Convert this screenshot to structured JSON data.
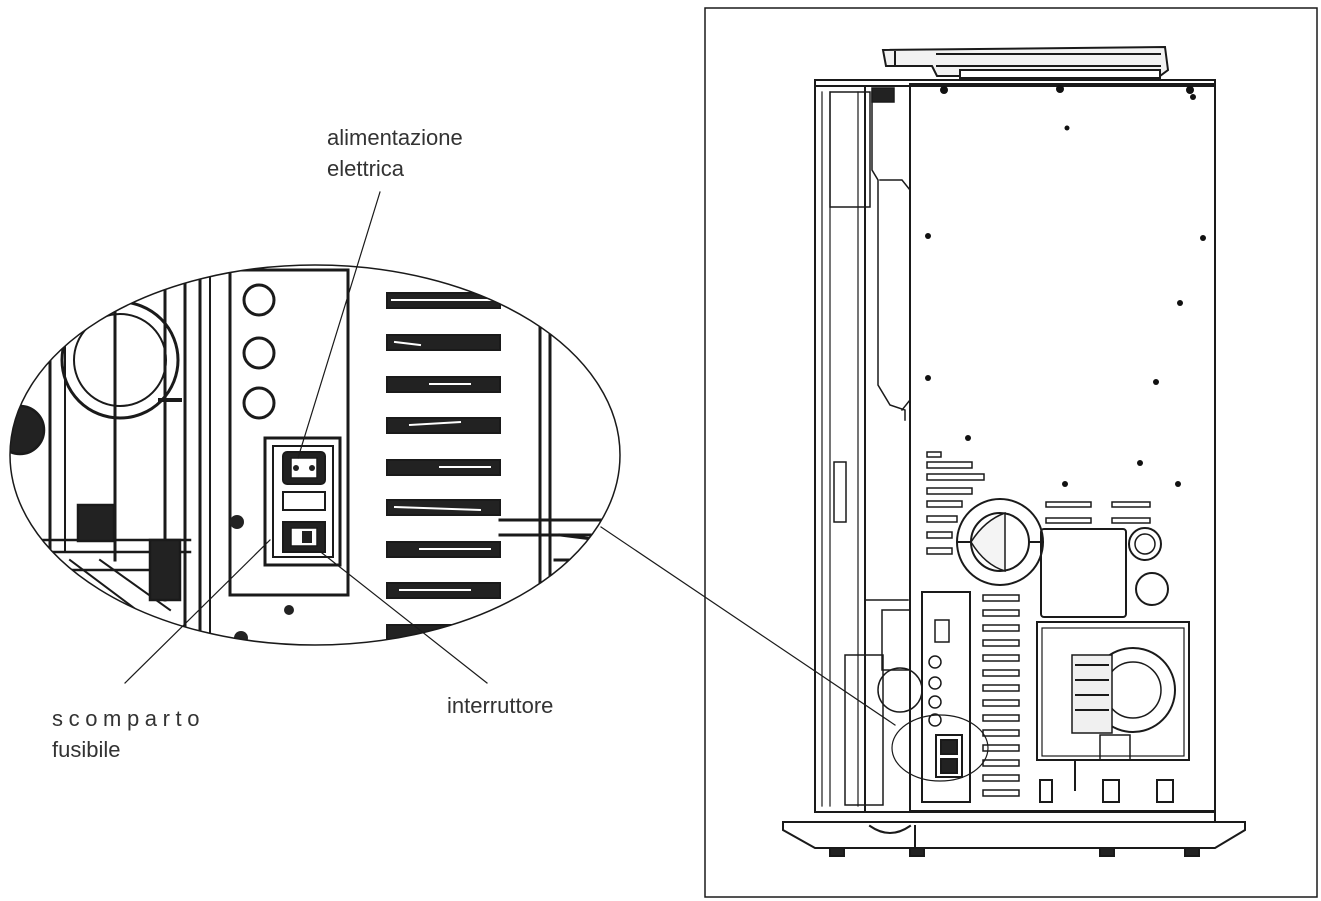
{
  "labels": {
    "power": {
      "line1": "alimentazione",
      "line2": "elettrica"
    },
    "fuse": {
      "line1": "scomparto",
      "line2": "fusibile"
    },
    "switch": "interruttore"
  },
  "colors": {
    "line": "#1a1a1a",
    "text": "#333333",
    "panel": "#ffffff"
  }
}
